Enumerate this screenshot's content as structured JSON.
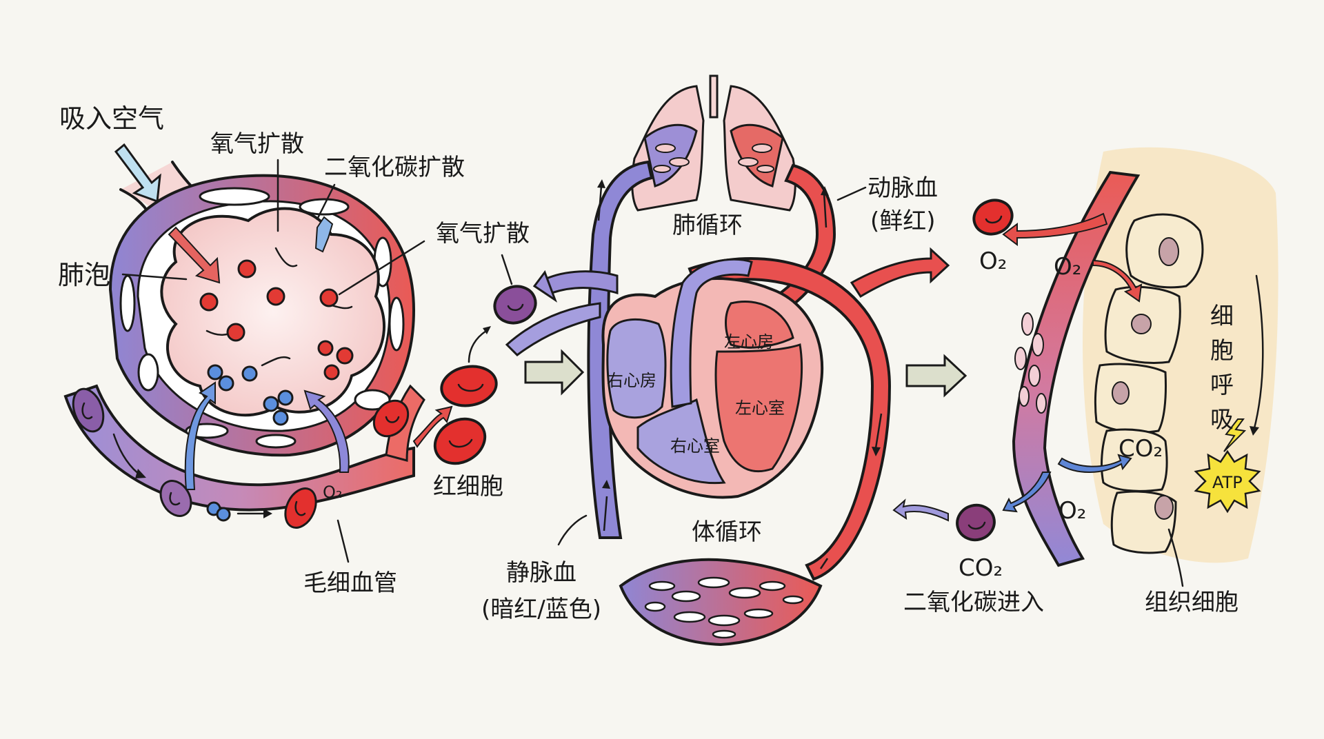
{
  "title": "人体呼吸与血液循环示意图",
  "colors": {
    "background": "#f7f6f1",
    "arterial": "#e8504f",
    "venous": "#8b86d6",
    "rbc_oxygenated": "#e3302e",
    "rbc_deoxygenated": "#8a4f9a",
    "o2_dot": "#e23a34",
    "co2_dot": "#5b8fde",
    "tissue": "#f6e6c2",
    "atp": "#f6e23c",
    "flow_arrow": "#dcdfcc",
    "inhale_arrow": "#bfe0f0"
  },
  "panels": {
    "lungs_alveolus": {
      "inhaled_air": "吸入空气",
      "oxygen_diffusion_top": "氧气扩散",
      "co2_diffusion": "二氧化碳扩散",
      "oxygen_diffusion_right": "氧气扩散",
      "alveolus": "肺泡",
      "capillary": "毛细血管",
      "red_blood_cell": "红细胞",
      "o2_formula": "O₂"
    },
    "circulation": {
      "pulmonary_circulation": "肺循环",
      "systemic_circulation": "体循环",
      "right_atrium": "右心房",
      "right_ventricle": "右心室",
      "left_atrium": "左心房",
      "left_ventricle": "左心室",
      "arterial_blood": "动脉血",
      "arterial_blood_note": "(鲜红)",
      "venous_blood": "静脉血",
      "venous_blood_note": "(暗红/蓝色)"
    },
    "tissue_exchange": {
      "o2_near_cell": "O₂",
      "o2_in_vessel_top": "O₂",
      "o2_in_vessel_bottom": "O₂",
      "co2_in_cell": "CO₂",
      "co2_near_cell": "CO₂",
      "co2_entering": "二氧化碳进入",
      "cellular_respiration": [
        "细",
        "胞",
        "呼",
        "吸"
      ],
      "atp": "ATP",
      "tissue_cells": "组织细胞"
    }
  }
}
